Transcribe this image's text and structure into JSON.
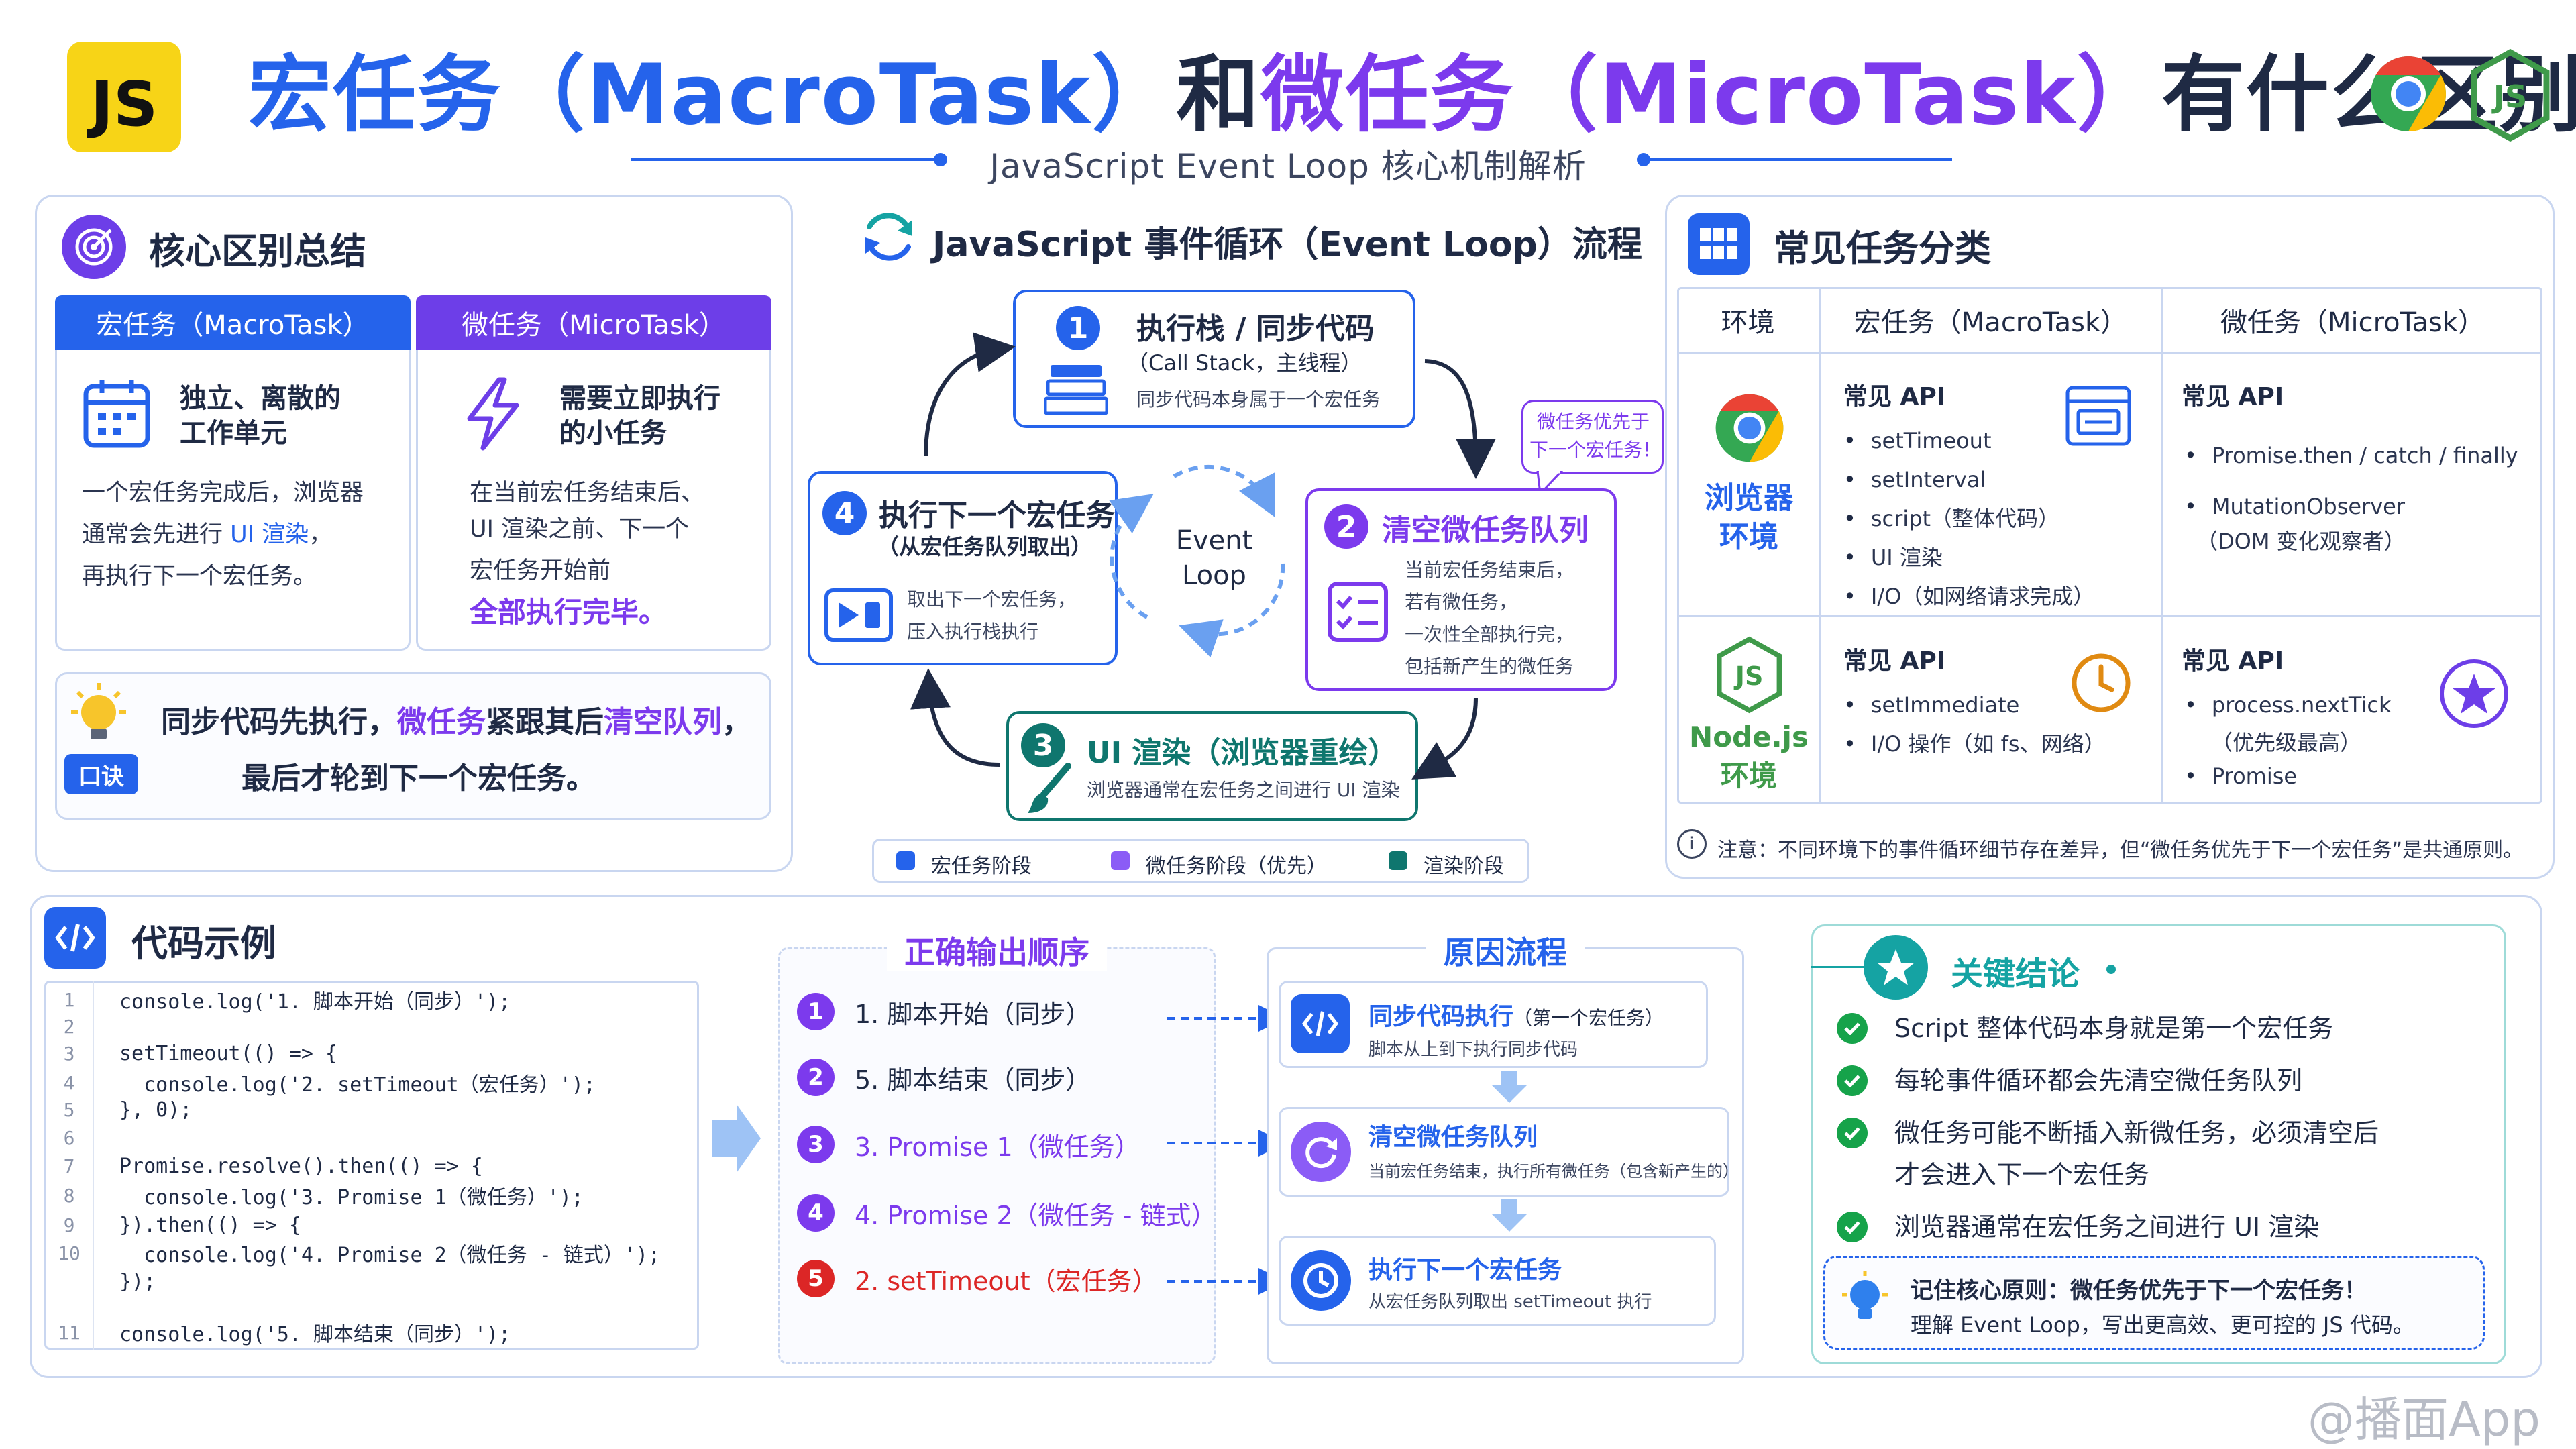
{
  "header": {
    "logo_text": "JS",
    "title_part1": "宏任务",
    "title_part2": "（MacroTask）",
    "title_part3": "和",
    "title_part4": "微任务",
    "title_part5": "（MicroTask）",
    "title_part6": "有什么区别?",
    "subtitle": "JavaScript Event Loop 核心机制解析",
    "nodejs_logo_text": "JS"
  },
  "summary": {
    "title": "核心区别总结",
    "macro_tab": "宏任务（MacroTask）",
    "micro_tab": "微任务（MicroTask）",
    "macro_head_1": "独立、离散的",
    "macro_head_2": "工作单元",
    "macro_line1": "一个宏任务完成后，浏览器",
    "macro_line2_a": "通常会先进行 ",
    "macro_line2_b": "UI 渲染",
    "macro_line2_c": "，",
    "macro_line3": "再执行下一个宏任务。",
    "micro_head_1": "需要立即执行",
    "micro_head_2": "的小任务",
    "micro_line1": "在当前宏任务结束后、",
    "micro_line2": "UI 渲染之前、下一个",
    "micro_line3": "宏任务开始前",
    "micro_line4": "全部执行完毕。",
    "tip_badge": "口诀",
    "tip_line1_a": "同步代码先执行，",
    "tip_line1_b": "微任务",
    "tip_line1_c": "紧跟其后",
    "tip_line1_d": "清空队列",
    "tip_line1_e": "，",
    "tip_line2": "最后才轮到下一个宏任务。"
  },
  "loop": {
    "title": "JavaScript 事件循环（Event Loop）流程",
    "center_1": "Event",
    "center_2": "Loop",
    "step1_num": "1",
    "step1_head": "执行栈 / 同步代码",
    "step1_sub": "（Call Stack，主线程）",
    "step1_note": "同步代码本身属于一个宏任务",
    "bubble_1": "微任务优先于",
    "bubble_2": "下一个宏任务！",
    "step2_num": "2",
    "step2_head": "清空微任务队列",
    "step2_l1": "当前宏任务结束后，",
    "step2_l2": "若有微任务，",
    "step2_l3": "一次性全部执行完，",
    "step2_l4": "包括新产生的微任务",
    "step3_num": "3",
    "step3_head": "UI 渲染（浏览器重绘）",
    "step3_note": "浏览器通常在宏任务之间进行 UI 渲染",
    "step4_num": "4",
    "step4_head": "执行下一个宏任务",
    "step4_sub": "（从宏任务队列取出）",
    "step4_l1": "取出下一个宏任务，",
    "step4_l2": "压入执行栈执行",
    "legend": [
      "宏任务阶段",
      "微任务阶段（优先）",
      "渲染阶段"
    ],
    "colors": {
      "macro": "#2563eb",
      "micro": "#7c3aed",
      "render": "#0f766e"
    }
  },
  "categories": {
    "title": "常见任务分类",
    "col_env": "环境",
    "col_macro": "宏任务（MacroTask）",
    "col_micro": "微任务（MicroTask）",
    "browser_env_1": "浏览器",
    "browser_env_2": "环境",
    "browser_macro_head": "常见 API",
    "browser_macro": [
      "setTimeout",
      "setInterval",
      "script（整体代码）",
      "UI 渲染",
      "I/O（如网络请求完成）"
    ],
    "browser_micro_head": "常见 API",
    "browser_micro_1": "Promise.then / catch / finally",
    "browser_micro_2": "MutationObserver",
    "browser_micro_2_note": "（DOM 变化观察者）",
    "node_env_1": "Node.js",
    "node_env_2": "环境",
    "node_macro_head": "常见 API",
    "node_macro": [
      "setImmediate",
      "I/O 操作（如 fs、网络）"
    ],
    "node_micro_head": "常见 API",
    "node_micro_1": "process.nextTick",
    "node_micro_1_note": "（优先级最高）",
    "node_micro_2": "Promise",
    "note": "注意：不同环境下的事件循环细节存在差异，但“微任务优先于下一个宏任务”是共通原则。"
  },
  "code": {
    "title": "代码示例",
    "lines": [
      {
        "n": "1",
        "text": "console.log('1. 脚本开始（同步）');"
      },
      {
        "n": "2",
        "text": ""
      },
      {
        "n": "3",
        "text": "setTimeout(() => {"
      },
      {
        "n": "4",
        "text": "  console.log('2. setTimeout（宏任务）');"
      },
      {
        "n": "5",
        "text": "}, 0);"
      },
      {
        "n": "6",
        "text": ""
      },
      {
        "n": "7",
        "text": "Promise.resolve().then(() => {"
      },
      {
        "n": "8",
        "text": "  console.log('3. Promise 1（微任务）');"
      },
      {
        "n": "9",
        "text": "}).then(() => {"
      },
      {
        "n": "10",
        "text": "  console.log('4. Promise 2（微任务 - 链式）');"
      },
      {
        "n": "",
        "text": "});"
      },
      {
        "n": "11",
        "text": "console.log('5. 脚本结束（同步）');"
      }
    ]
  },
  "order": {
    "title": "正确输出顺序",
    "items": [
      {
        "num": "1",
        "text": "1. 脚本开始（同步）",
        "color": "#7c3aed",
        "text_color": "#1f2a44"
      },
      {
        "num": "2",
        "text": "5. 脚本结束（同步）",
        "color": "#7c3aed",
        "text_color": "#1f2a44"
      },
      {
        "num": "3",
        "text": "3. Promise 1（微任务）",
        "color": "#7c3aed",
        "text_color": "#7c3aed"
      },
      {
        "num": "4",
        "text": "4. Promise 2（微任务 - 链式）",
        "color": "#7c3aed",
        "text_color": "#7c3aed"
      },
      {
        "num": "5",
        "text": "2. setTimeout（宏任务）",
        "color": "#dc2626",
        "text_color": "#dc2626"
      }
    ]
  },
  "reason": {
    "title": "原因流程",
    "s1_head": "同步代码执行",
    "s1_head_note": "（第一个宏任务）",
    "s1_sub": "脚本从上到下执行同步代码",
    "s2_head": "清空微任务队列",
    "s2_sub": "当前宏任务结束，执行所有微任务（包含新产生的）",
    "s3_head": "执行下一个宏任务",
    "s3_sub": "从宏任务队列取出 setTimeout 执行"
  },
  "conclusion": {
    "title": "关键结论",
    "items": [
      "Script 整体代码本身就是第一个宏任务",
      "每轮事件循环都会先清空微任务队列",
      "微任务可能不断插入新微任务，必须清空后",
      "浏览器通常在宏任务之间进行 UI 渲染"
    ],
    "item3_cont": "才会进入下一个宏任务",
    "memo_1": "记住核心原则：微任务优先于下一个宏任务！",
    "memo_2": "理解 Event Loop，写出更高效、更可控的 JS 代码。"
  },
  "watermark": "@播面App"
}
